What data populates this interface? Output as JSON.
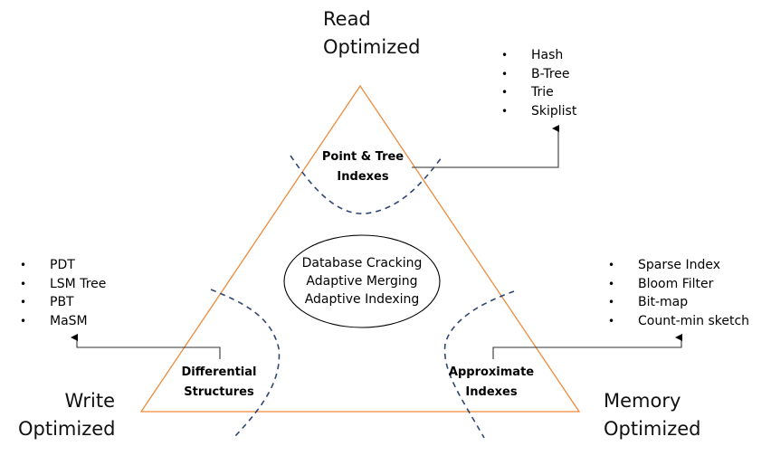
{
  "diagram": {
    "title": "Read / Write / Memory optimization triangle",
    "colors": {
      "triangle": "#ED8B3C",
      "dashed_curve": "#2F4572",
      "connector": "#555555",
      "text": "#000000"
    },
    "corners": {
      "top": {
        "line1": "Read",
        "line2": "Optimized"
      },
      "bottom_left": {
        "line1": "Write",
        "line2": "Optimized"
      },
      "bottom_right": {
        "line1": "Memory",
        "line2": "Optimized"
      }
    },
    "regions": {
      "top": {
        "line1": "Point & Tree",
        "line2": "Indexes"
      },
      "left": {
        "line1": "Differential",
        "line2": "Structures"
      },
      "right": {
        "line1": "Approximate",
        "line2": "Indexes"
      }
    },
    "center_ellipse": {
      "lines": [
        "Database Cracking",
        "Adaptive Merging",
        "Adaptive Indexing"
      ]
    },
    "lists": {
      "read": [
        "Hash",
        "B-Tree",
        "Trie",
        "Skiplist"
      ],
      "write": [
        "PDT",
        "LSM Tree",
        "PBT",
        "MaSM"
      ],
      "memory": [
        "Sparse Index",
        "Bloom Filter",
        "Bit-map",
        "Count-min sketch"
      ]
    }
  }
}
